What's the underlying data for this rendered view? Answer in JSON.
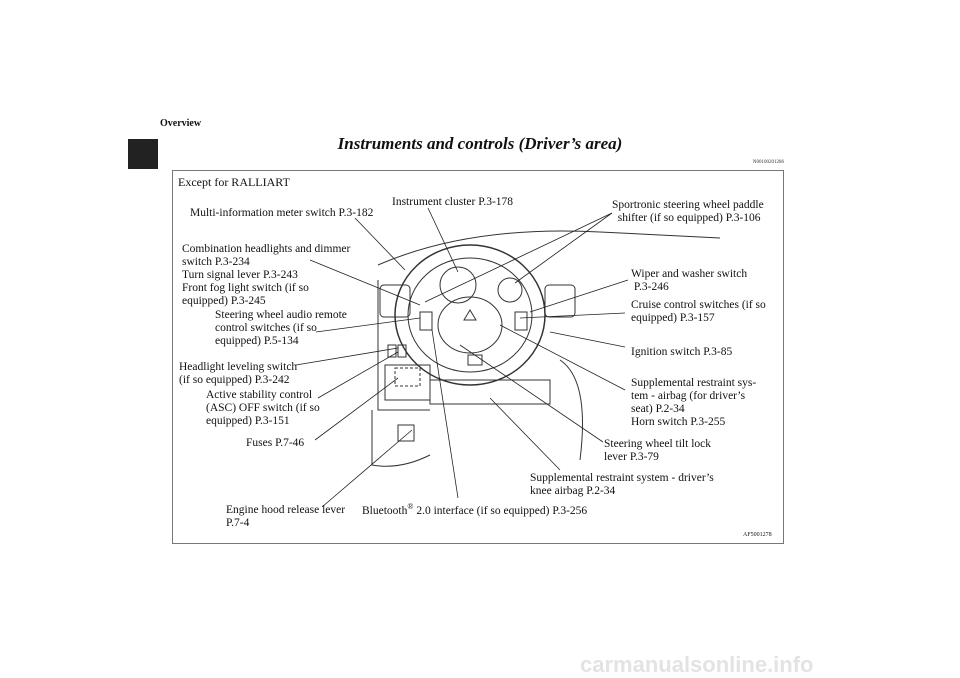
{
  "header": {
    "section": "Overview",
    "title": "Instruments and controls (Driver’s area)",
    "code": "N00100201286"
  },
  "figure": {
    "variant": "Except for RALLIART",
    "figure_id": "AF5001278",
    "labels": {
      "multi_info": "Multi-information meter switch P.3-182",
      "cluster": "Instrument cluster P.3-178",
      "paddle": "Sportronic steering wheel paddle\n  shifter (if so equipped) P.3-106",
      "headlights": "Combination headlights and dimmer\nswitch P.3-234\nTurn signal lever P.3-243\nFront fog light switch (if so\nequipped) P.3-245",
      "audio": "Steering wheel audio remote\ncontrol switches (if so\nequipped) P.5-134",
      "leveling": "Headlight leveling switch\n(if so equipped) P.3-242",
      "asc": "Active stability control\n(ASC) OFF switch (if so\nequipped) P.3-151",
      "fuses": "Fuses P.7-46",
      "hood": "Engine hood release lever\nP.7-4",
      "bluetooth": "Bluetooth",
      "bluetooth_sup": "®",
      "bluetooth_rest": " 2.0 interface (if so equipped) P.3-256",
      "knee": "Supplemental restraint system - driver’s\nknee airbag P.2-34",
      "tilt": "Steering wheel tilt lock\nlever P.3-79",
      "srs": "Supplemental restraint sys-\ntem - airbag (for driver’s\nseat) P.2-34\nHorn switch P.3-255",
      "ignition": "Ignition switch P.3-85",
      "cruise": "Cruise control switches (if so\nequipped) P.3-157",
      "wiper": "Wiper and washer switch\n P.3-246"
    }
  },
  "watermark": "carmanualsonline.info"
}
